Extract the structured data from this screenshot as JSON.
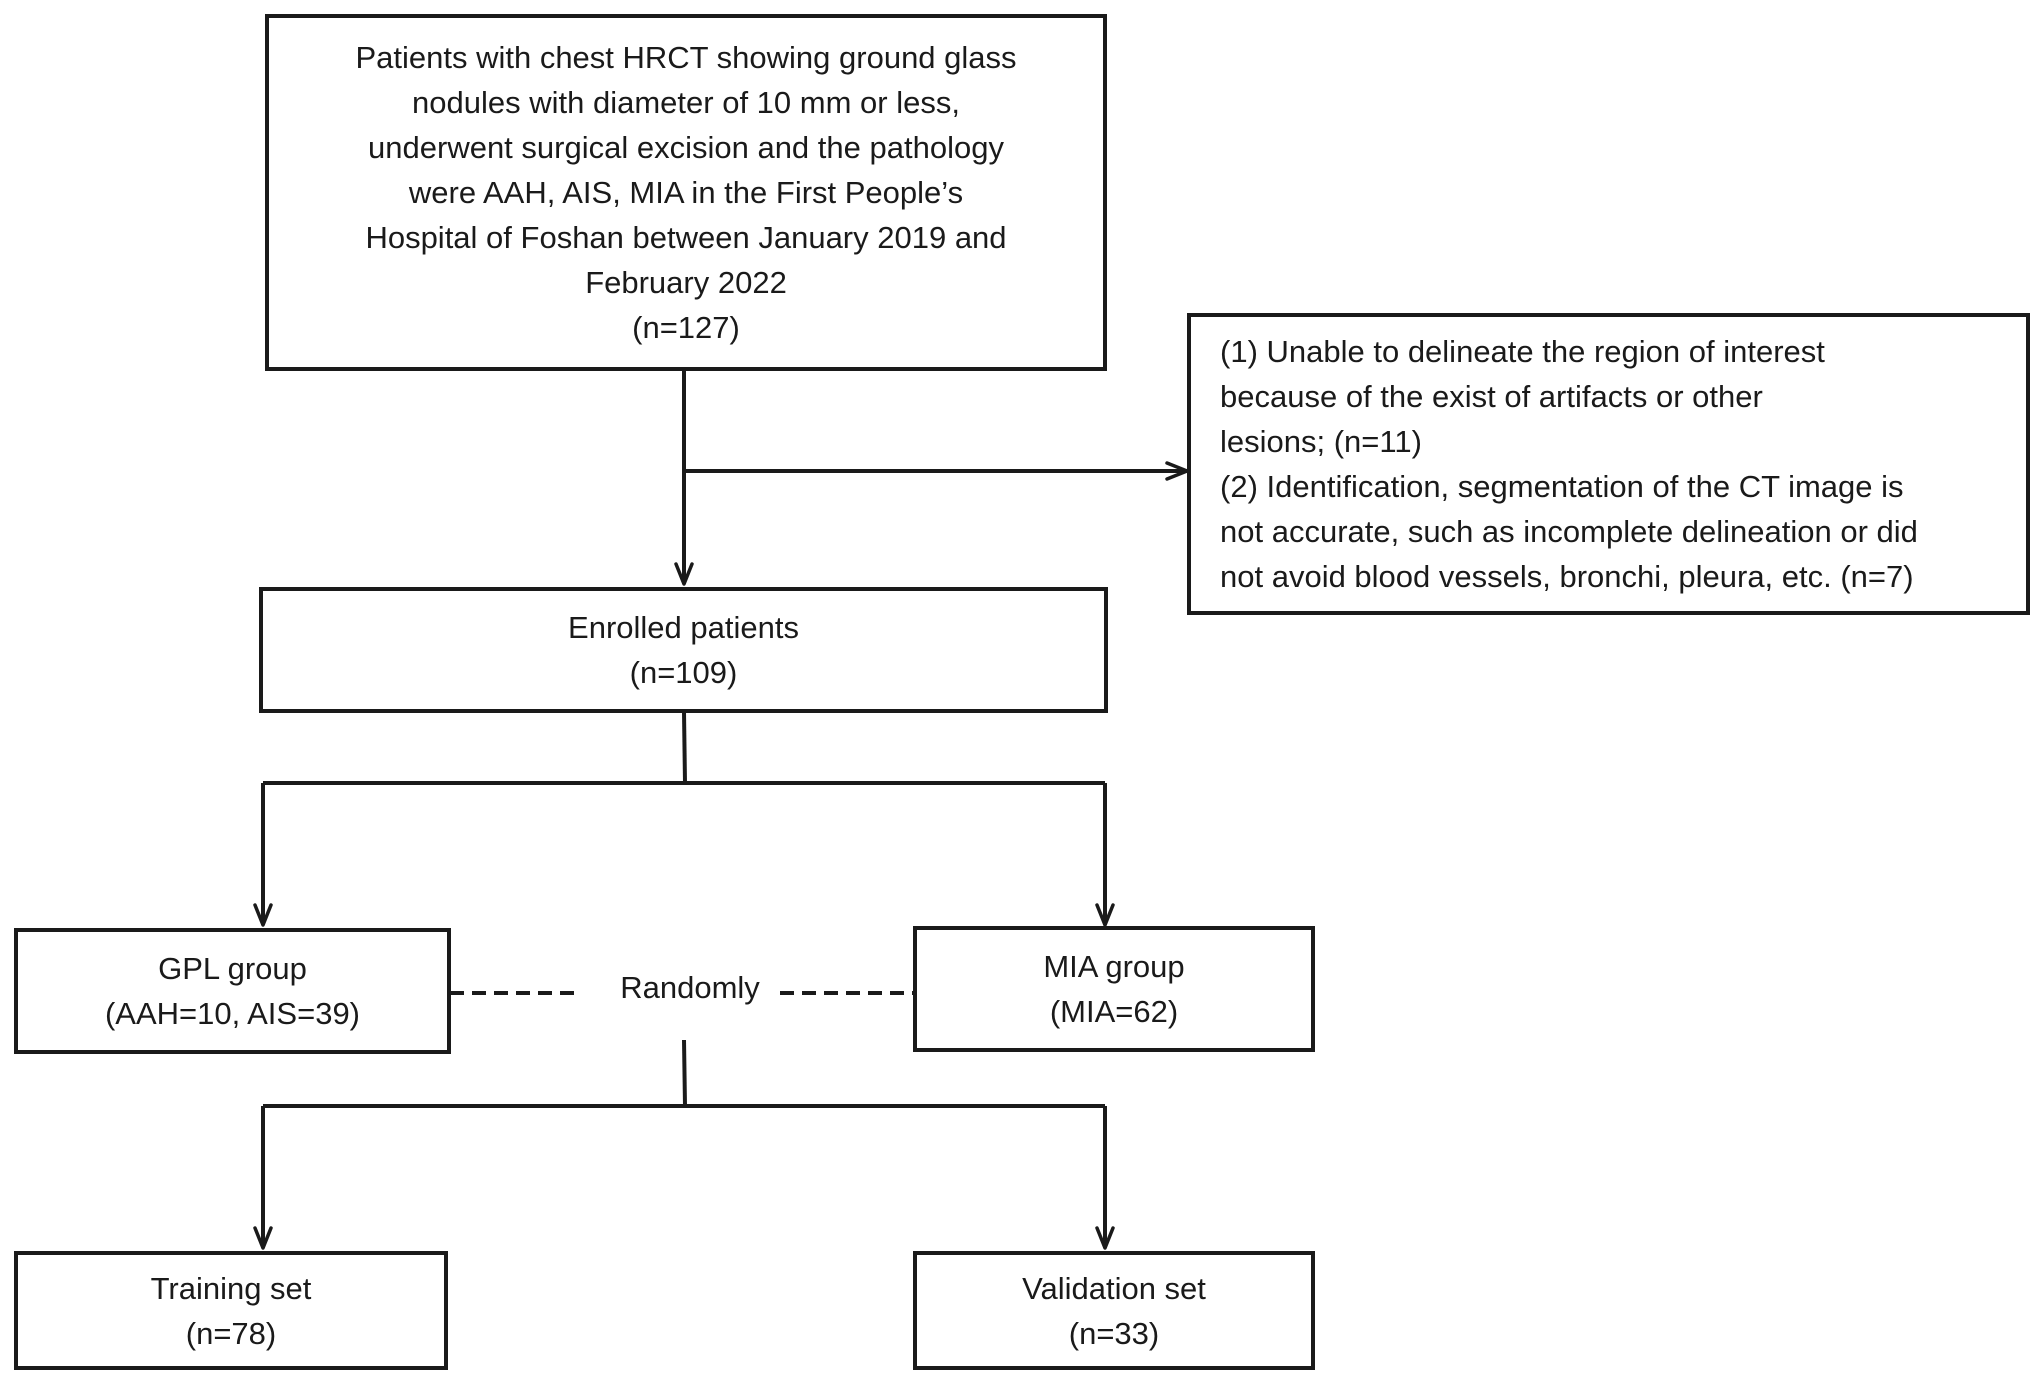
{
  "nodes": {
    "screening": {
      "lines": [
        "Patients with chest HRCT showing ground glass",
        "nodules with diameter of 10 mm or less,",
        "underwent surgical excision and the pathology",
        "were AAH, AIS, MIA in the First People’s",
        "Hospital of Foshan between January 2019 and",
        "February 2022",
        "(n=127)"
      ]
    },
    "exclusion": {
      "lines": [
        "(1) Unable to delineate the region of interest",
        "because of the exist of artifacts or other",
        "lesions; (n=11)",
        "(2) Identification, segmentation of the CT image is",
        "not accurate, such as incomplete delineation or did",
        "not avoid blood vessels, bronchi, pleura, etc. (n=7)"
      ]
    },
    "enrolled": {
      "lines": [
        "Enrolled patients",
        "(n=109)"
      ]
    },
    "gpl": {
      "lines": [
        "GPL group",
        "(AAH=10, AIS=39)"
      ]
    },
    "mia": {
      "lines": [
        "MIA group",
        "(MIA=62)"
      ]
    },
    "training": {
      "lines": [
        "Training set",
        "(n=78)"
      ]
    },
    "validation": {
      "lines": [
        "Validation set",
        "(n=33)"
      ]
    }
  },
  "randomly_label": "Randomly"
}
